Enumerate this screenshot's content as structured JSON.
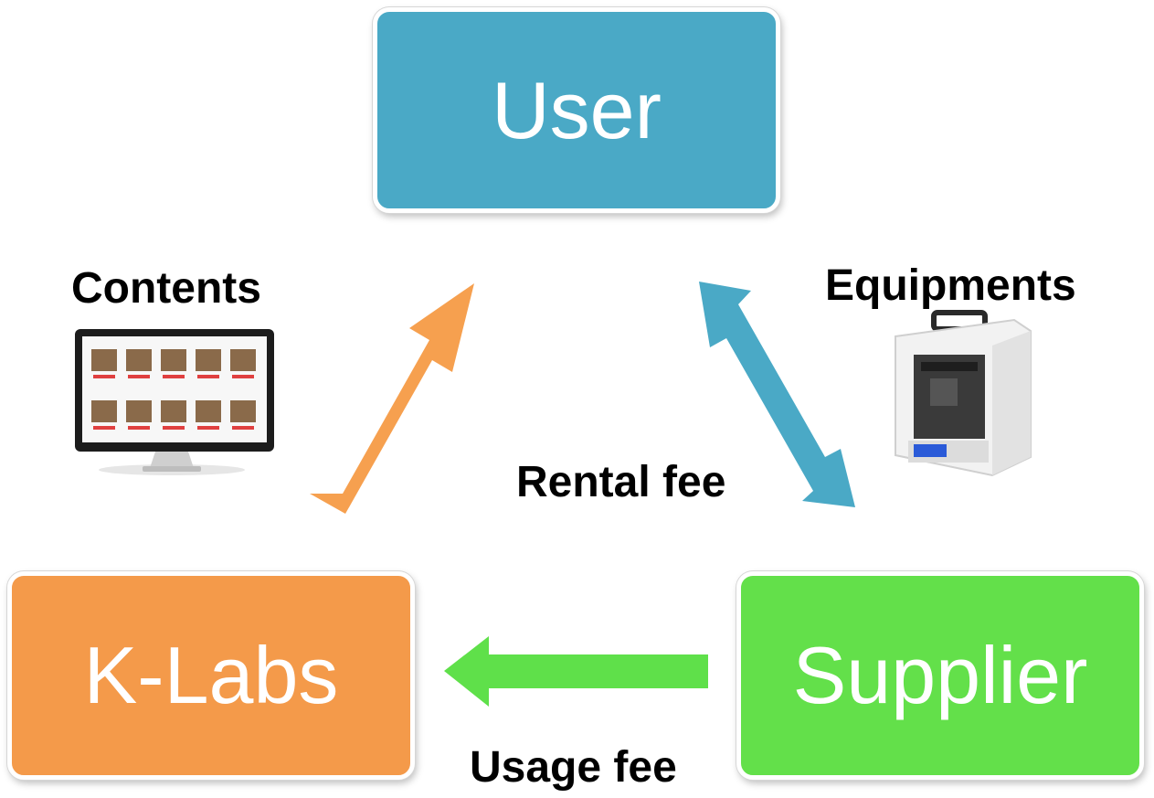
{
  "nodes": {
    "user": {
      "label": "User",
      "color": "#4aa9c6"
    },
    "klabs": {
      "label": "K-Labs",
      "color": "#f49a4a"
    },
    "supplier": {
      "label": "Supplier",
      "color": "#63e04a"
    }
  },
  "edges": {
    "contents": {
      "label": "Contents",
      "from": "K-Labs",
      "to": "User",
      "color": "#f6a04f",
      "direction": "one-way",
      "icon": "monitor-icon"
    },
    "equipments": {
      "label": "Equipments",
      "between": [
        "User",
        "Supplier"
      ],
      "color": "#4aa9c6",
      "direction": "two-way",
      "icon": "3d-printer-icon"
    },
    "rental_fee": {
      "label": "Rental fee"
    },
    "usage_fee": {
      "label": "Usage fee",
      "from": "Supplier",
      "to": "K-Labs",
      "color": "#5fe04a",
      "direction": "one-way"
    }
  }
}
